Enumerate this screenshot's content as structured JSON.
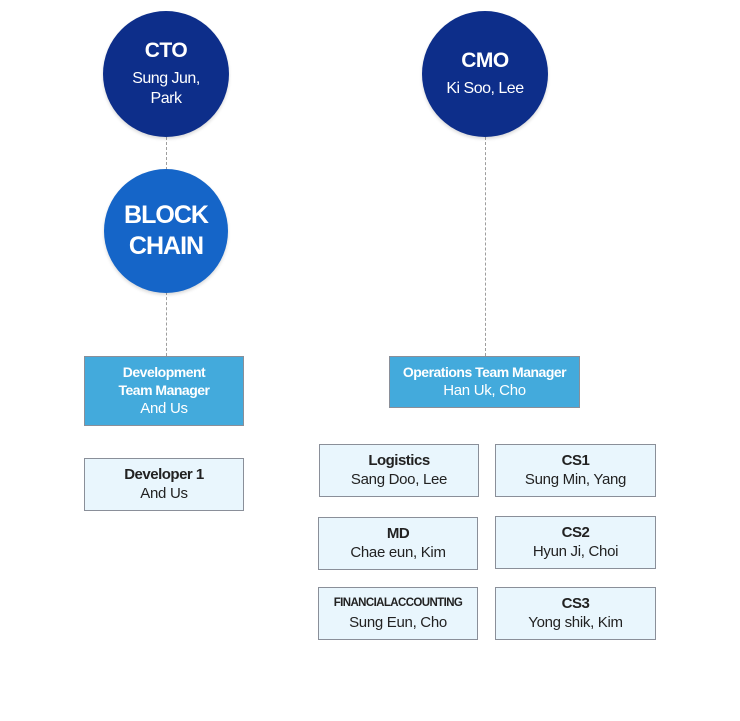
{
  "executives": {
    "cto": {
      "role": "CTO",
      "name": "Sung Jun, Park"
    },
    "cmo": {
      "role": "CMO",
      "name": "Ki Soo, Lee"
    }
  },
  "department": {
    "name_line1": "BLOCK",
    "name_line2": "CHAIN"
  },
  "managers": {
    "development": {
      "title_line1": "Development",
      "title_line2": "Team Manager",
      "name": "And Us"
    },
    "operations": {
      "title": "Operations Team Manager",
      "name": "Han Uk, Cho"
    }
  },
  "teams": {
    "developer1": {
      "title": "Developer 1",
      "name": "And Us"
    },
    "logistics": {
      "title": "Logistics",
      "name": "Sang Doo, Lee"
    },
    "cs1": {
      "title": "CS1",
      "name": "Sung Min, Yang"
    },
    "md": {
      "title": "MD",
      "name": "Chae eun, Kim"
    },
    "cs2": {
      "title": "CS2",
      "name": "Hyun Ji, Choi"
    },
    "financial_accounting": {
      "title": "FINANCIALACCOUNTING",
      "name": "Sung Eun, Cho"
    },
    "cs3": {
      "title": "CS3",
      "name": "Yong shik, Kim"
    }
  },
  "colors": {
    "executive_circle": "#0d2e8a",
    "department_circle": "#1565c8",
    "manager_box": "#43aadc",
    "team_box": "#e9f6fd"
  }
}
